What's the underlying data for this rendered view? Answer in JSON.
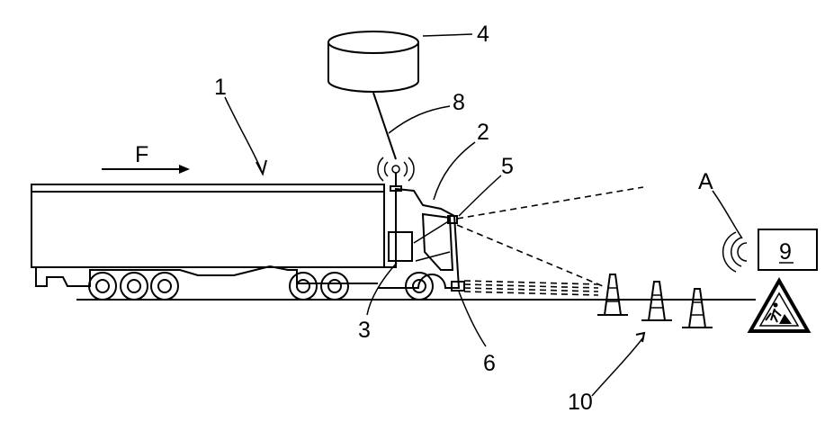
{
  "labels": {
    "truck": "1",
    "cab": "2",
    "control_unit": "3",
    "database": "4",
    "camera": "5",
    "sensor": "6",
    "wireless_link": "8",
    "sign_box": "9",
    "cones": "10",
    "signal": "A",
    "direction": "F"
  },
  "colors": {
    "line": "#000000",
    "background": "#ffffff"
  },
  "icons": {
    "database": "cylinder-database-icon",
    "antenna": "radio-antenna-icon",
    "roadworks": "roadworks-warning-sign-icon",
    "cone": "traffic-cone-icon"
  }
}
